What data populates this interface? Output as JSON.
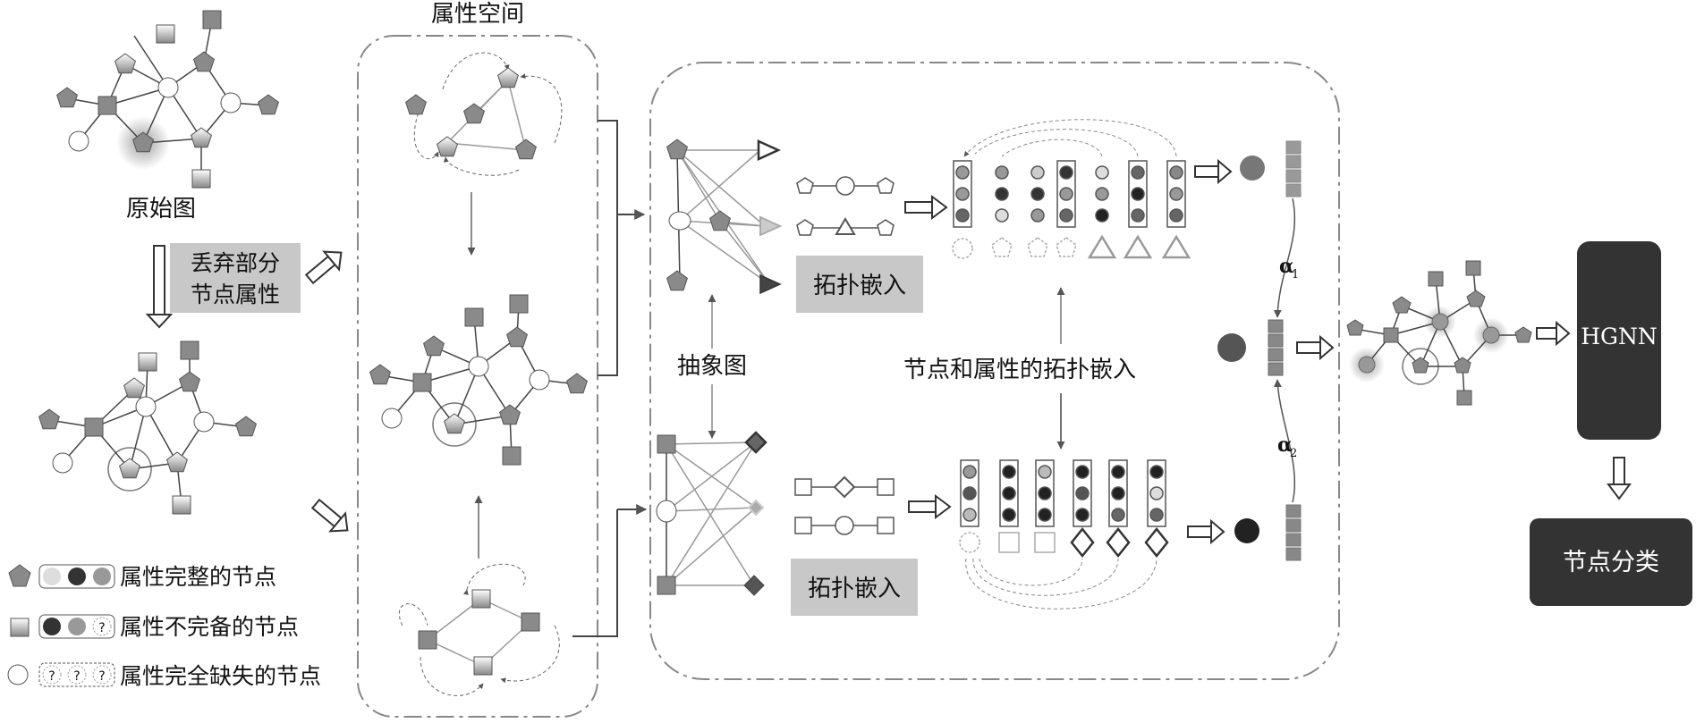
{
  "labels": {
    "original_graph": "原始图",
    "attribute_space": "属性空间",
    "drop_line1": "丢弃部分",
    "drop_line2": "节点属性",
    "abstract_graph": "抽象图",
    "topo_embed_1": "拓扑嵌入",
    "topo_embed_2": "拓扑嵌入",
    "node_attr_topo_embed": "节点和属性的拓扑嵌入",
    "hgnn": "HGNN",
    "node_classification": "节点分类",
    "alpha1": "α",
    "alpha1_sub": "1",
    "alpha2": "α",
    "alpha2_sub": "2"
  },
  "legend": [
    {
      "label": "属性完整的节点",
      "shape": "pentagon"
    },
    {
      "label": "属性不完备的节点",
      "shape": "square",
      "marks": [
        "?"
      ]
    },
    {
      "label": "属性完全缺失的节点",
      "shape": "circle",
      "marks": [
        "?",
        "?",
        "?"
      ]
    }
  ],
  "colors": {
    "line": "#444444",
    "dashed_box": "#888888",
    "node_fill": "#909090",
    "dark": "#333333",
    "label_bg": "#c8c8c8",
    "hgnn_box": "#333333"
  }
}
